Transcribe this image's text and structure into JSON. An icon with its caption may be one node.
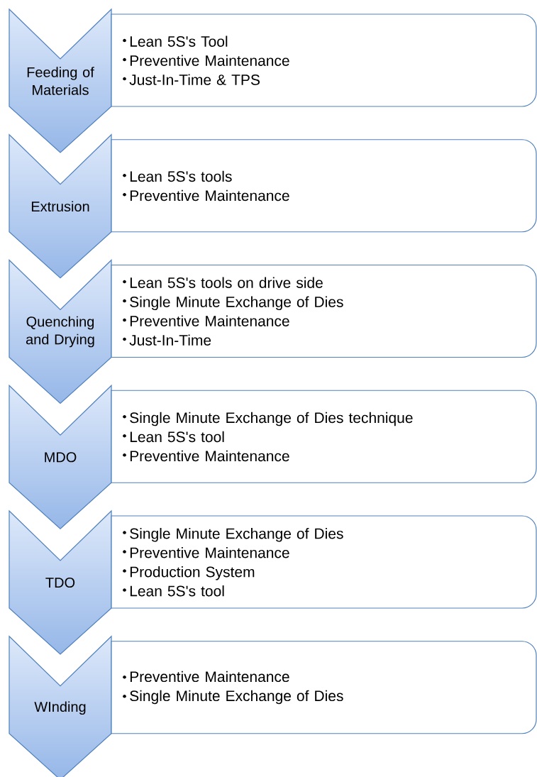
{
  "diagram": {
    "nodes": [
      {
        "text": [
          "Feeding of Materials"
        ]
      },
      {
        "text": [
          "Lean 5S's Tool",
          "Preventive Maintenance",
          "Just-In-Time & TPS"
        ]
      },
      {
        "text": [
          "Extrusion"
        ]
      },
      {
        "text": [
          "Lean 5S's tools",
          "Preventive Maintenance"
        ]
      },
      {
        "text": [
          "Quenching and Drying"
        ]
      },
      {
        "text": [
          "Lean 5S's tools on drive side",
          "Single Minute Exchange of Dies",
          "Preventive Maintenance",
          "Just-In-Time"
        ]
      },
      {
        "text": [
          "MDO"
        ]
      },
      {
        "text": [
          "Single Minute Exchange of Dies technique",
          "Lean 5S's tool",
          "Preventive Maintenance"
        ]
      },
      {
        "text": [
          "TDO"
        ]
      },
      {
        "text": [
          "Single Minute Exchange of Dies",
          "Preventive Maintenance",
          "Production System",
          "Lean 5S's tool"
        ]
      },
      {
        "text": [
          "WInding"
        ]
      },
      {
        "text": [
          "Preventive Maintenance",
          "Single Minute Exchange of Dies"
        ]
      }
    ]
  }
}
